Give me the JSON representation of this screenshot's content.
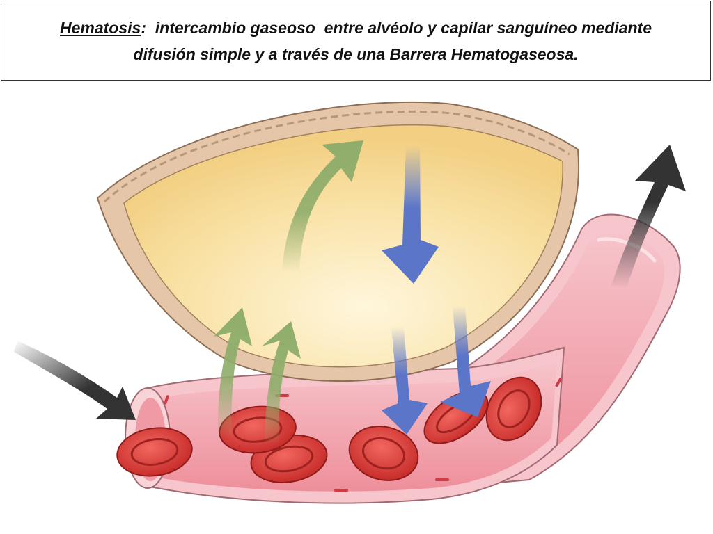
{
  "title": {
    "term": "Hematosis",
    "line1_rest": ":  intercambio gaseoso  entre alvéolo y capilar sanguíneo mediante",
    "line2": "difusión simple y a través de una Barrera Hematogaseosa."
  },
  "colors": {
    "alveolus_fill": "#f7dd9a",
    "alveolus_wall": "#e6c6a8",
    "capillary_fill": "#f3a3ad",
    "capillary_wall": "#f6c6cc",
    "red_blood_cell": "#d93732",
    "o2_arrow_blue": "#5b76c8",
    "co2_arrow_green": "#8fad6b",
    "flow_arrow_dark": "#333333"
  }
}
